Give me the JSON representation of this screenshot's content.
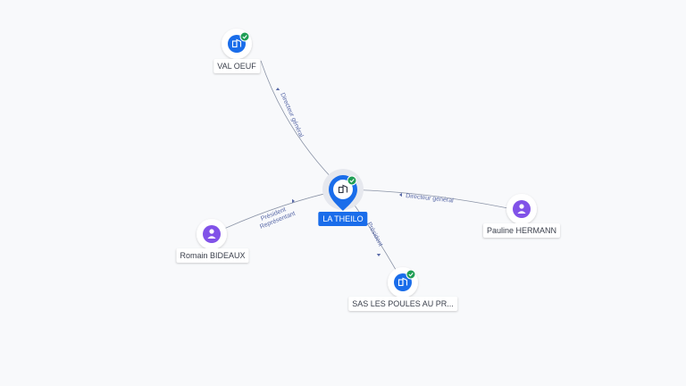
{
  "colors": {
    "company_blue": "#1a6dea",
    "person_purple": "#8152e8",
    "verified_green": "#1f9d55",
    "edge": "#8a93a6",
    "edge_label": "#5a6aa8"
  },
  "nodes": {
    "center": {
      "label": "LA THEILO",
      "icon": "building-icon",
      "verified": true
    },
    "val_oeuf": {
      "label": "VAL OEUF",
      "icon": "building-icon",
      "verified": true
    },
    "poules": {
      "label": "SAS LES POULES AU PR...",
      "icon": "building-icon",
      "verified": true
    },
    "pauline": {
      "label": "Pauline HERMANN",
      "icon": "person-icon"
    },
    "romain": {
      "label": "Romain BIDEAUX",
      "icon": "person-icon"
    }
  },
  "edges": {
    "val_oeuf": {
      "label": "Directeur général"
    },
    "pauline": {
      "label": "Directeur général"
    },
    "poules": {
      "label": "Président"
    },
    "romain": {
      "label_1": "Président",
      "label_2": "Représentant"
    }
  }
}
